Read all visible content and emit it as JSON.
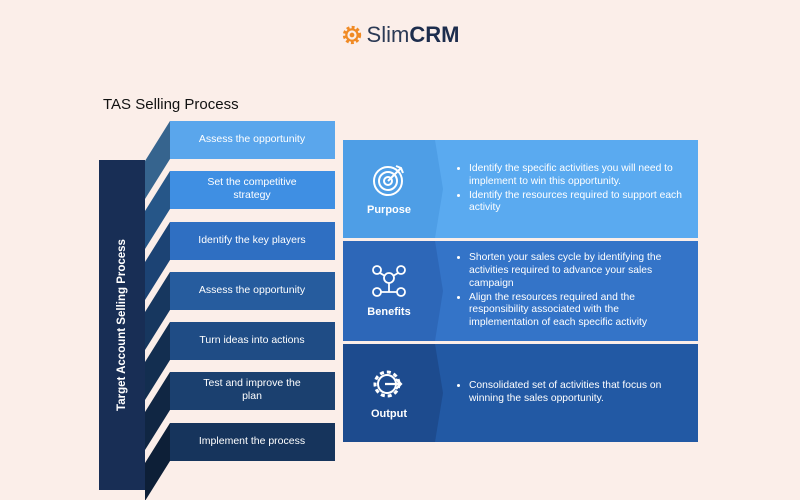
{
  "logo": {
    "slim": "Slim",
    "crm": "CRM"
  },
  "title": "TAS Selling Process",
  "vertical_label": "Target Account Selling Process",
  "steps": [
    {
      "label": "Assess the opportunity",
      "color": "#5aa6ec"
    },
    {
      "label": "Set the competitive strategy",
      "color": "#3f8fe3"
    },
    {
      "label": "Identify the key players",
      "color": "#2f6fc2"
    },
    {
      "label": "Assess the opportunity",
      "color": "#265c9e"
    },
    {
      "label": "Turn ideas into actions",
      "color": "#1f4c85"
    },
    {
      "label": "Test and improve the plan",
      "color": "#1b406f"
    },
    {
      "label": "Implement the process",
      "color": "#16345c"
    }
  ],
  "panels": [
    {
      "name": "Purpose",
      "icon": "target-icon",
      "left_color": "#4e9ee6",
      "right_color": "#5aaaf0",
      "bullets": [
        "Identify the specific activities you will need to implement to win this opportunity.",
        "Identify the resources required to support each activity"
      ]
    },
    {
      "name": "Benefits",
      "icon": "network-icon",
      "left_color": "#2d67b8",
      "right_color": "#3474c8",
      "bullets": [
        "Shorten your sales cycle by identifying the activities required to advance your sales campaign",
        "Align the resources required and the responsibility associated with the implementation of each specific activity"
      ]
    },
    {
      "name": "Output",
      "icon": "export-gear-icon",
      "left_color": "#1d4b8e",
      "right_color": "#2259a4",
      "bullets": [
        "Consolidated set of activities that focus on winning the sales opportunity."
      ]
    }
  ]
}
